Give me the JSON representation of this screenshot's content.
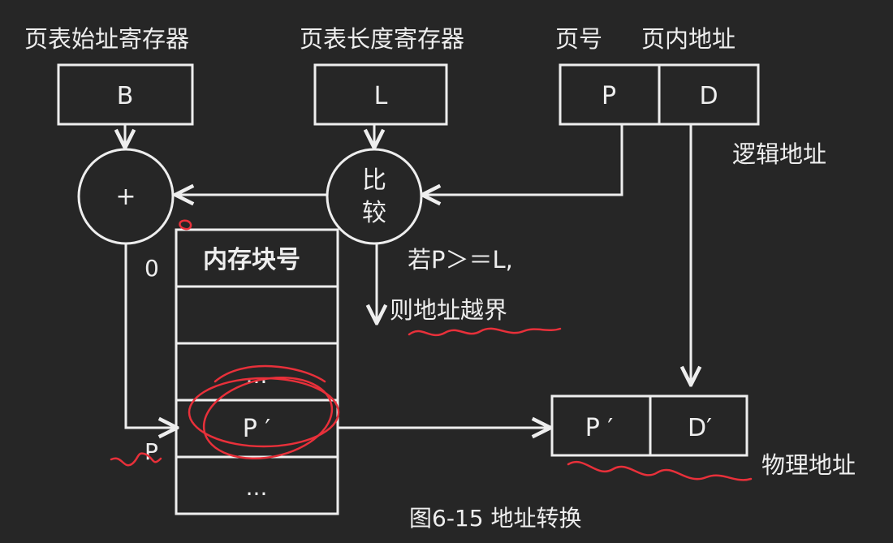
{
  "labels": {
    "page_table_start_register": "页表始址寄存器",
    "page_table_length_register": "页表长度寄存器",
    "page_number": "页号",
    "page_offset": "页内地址",
    "logical_address": "逻辑地址",
    "physical_address": "物理地址",
    "caption": "图6-15 地址转换"
  },
  "registers": {
    "start_value": "B",
    "length_value": "L",
    "page_value": "P",
    "offset_value": "D"
  },
  "operators": {
    "adder": "+",
    "compare_line1": "比",
    "compare_line2": "较"
  },
  "condition": {
    "line1": "若P＞＝L,",
    "line2": "则地址越界"
  },
  "page_table": {
    "header": "内存块号",
    "row_index_start": "0",
    "row_index_p": "P",
    "rows": [
      "",
      "...",
      "P ′",
      "..."
    ]
  },
  "physical": {
    "frame": "P ′",
    "offset": "D′"
  },
  "colors": {
    "chalk": "#eeeeee",
    "board": "#262626",
    "annotation": "#e8303a"
  }
}
